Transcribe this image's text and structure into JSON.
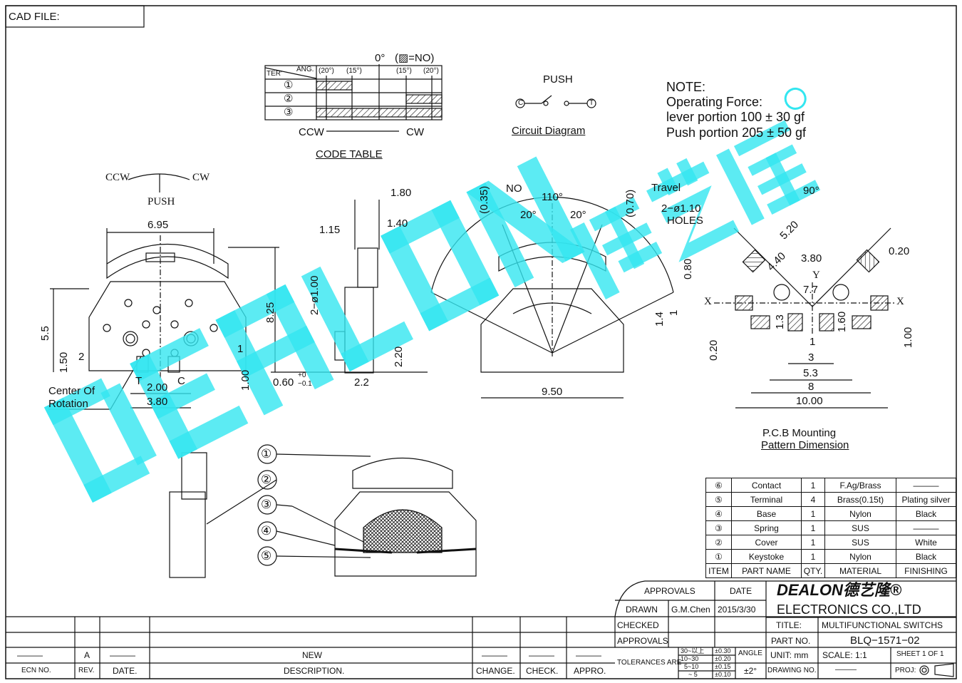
{
  "header": {
    "cad_file": "CAD  FILE:"
  },
  "code_table": {
    "zero": "0°",
    "legend": "(▨=NO)",
    "ter": "TER'",
    "ang": "ANG.",
    "angles": [
      "(20°)",
      "(15°)",
      "(15°)",
      "(20°)"
    ],
    "rows": [
      "①",
      "②",
      "③"
    ],
    "ccw": "CCW",
    "cw": "CW",
    "caption": "CODE  TABLE"
  },
  "circuit": {
    "push": "PUSH",
    "caption": "Circuit  Diagram",
    "c": "C",
    "t": "T"
  },
  "note": {
    "title": "NOTE:",
    "line1": "Operating  Force:",
    "line2": "lever  portion  100  ±  30  gf",
    "line3": "Push  portion  205  ±  50  gf"
  },
  "rotation": {
    "ccw": "CCW",
    "cw": "CW",
    "push": "PUSH"
  },
  "dims": {
    "d695": "6.95",
    "d55": "5.5",
    "d825": "8.25",
    "d150": "1.50",
    "d2": "2",
    "d1": "1",
    "d200": "2.00",
    "d380": "3.80",
    "T": "T",
    "C": "C",
    "center1": "Center  Of",
    "center2": "Rotation",
    "d100a": "1.00",
    "d180": "1.80",
    "d115": "1.15",
    "d140": "1.40",
    "d2phi100": "2−ø1.00",
    "d220": "2.20",
    "d060": "0.60",
    "d060tol_up": "+0",
    "d060tol_dn": "−0.1",
    "d22": "2.2",
    "d035": "(0.35)",
    "no": "NO",
    "d110": "110°",
    "d20a": "20°",
    "d20b": "20°",
    "d070": "(0.70)",
    "travel": "Travel",
    "holes1": "2−ø1.10",
    "holes2": "HOLES",
    "d950": "9.50",
    "d90": "90°",
    "d520": "5.20",
    "d440": "4.40",
    "d020a": "0.20",
    "d380b": "3.80",
    "d080": "0.80",
    "Y": "Y",
    "d77": "7.7",
    "X1": "X",
    "X2": "X",
    "d14": "1.4",
    "d1b": "1",
    "d13": "1.3",
    "d160": "1.60",
    "d1c": "1",
    "d3": "3",
    "d53": "5.3",
    "d8": "8",
    "d1000": "10.00",
    "d020b": "0.20",
    "d100b": "1.00",
    "pcb1": "P.C.B  Mounting",
    "pcb2": "Pattern  Dimension"
  },
  "balloons": [
    "①",
    "②",
    "③",
    "④",
    "⑤"
  ],
  "watermark": {
    "brand": "DEALON",
    "cn": "德艺隆",
    "reg": "®"
  },
  "parts": {
    "rows": [
      {
        "item": "⑥",
        "name": "Contact",
        "qty": "1",
        "material": "F.Ag/Brass",
        "finishing": "———"
      },
      {
        "item": "⑤",
        "name": "Terminal",
        "qty": "4",
        "material": "Brass(0.15t)",
        "finishing": "Plating  silver"
      },
      {
        "item": "④",
        "name": "Base",
        "qty": "1",
        "material": "Nylon",
        "finishing": "Black"
      },
      {
        "item": "③",
        "name": "Spring",
        "qty": "1",
        "material": "SUS",
        "finishing": "———"
      },
      {
        "item": "②",
        "name": "Cover",
        "qty": "1",
        "material": "SUS",
        "finishing": "White"
      },
      {
        "item": "①",
        "name": "Keystoke",
        "qty": "1",
        "material": "Nylon",
        "finishing": "Black"
      }
    ],
    "headers": {
      "item": "ITEM",
      "name": "PART  NAME",
      "qty": "QTY.",
      "material": "MATERIAL",
      "finishing": "FINISHING"
    }
  },
  "title_block": {
    "approvals": "APPROVALS",
    "date": "DATE",
    "drawn": "DRAWN",
    "drawn_by": "G.M.Chen",
    "drawn_date": "2015/3/30",
    "checked": "CHECKED",
    "approvals2": "APPROVALS",
    "logo": "DEALON德艺隆®",
    "company": "ELECTRONICS  CO.,LTD",
    "title_label": "TITLE:",
    "title": "MULTIFUNCTIONAL  SWITCHS",
    "part_no_label": "PART  NO.",
    "part_no": "BLQ−1571−02",
    "tolerances": "TOLERANCES  ARE",
    "tol_ranges": [
      "30~以上",
      "10~30",
      "5~10",
      "~ 5"
    ],
    "tol_values": [
      "±0.30",
      "±0.20",
      "±0.15",
      "±0.10"
    ],
    "angle": "ANGLE",
    "angle_tol": "±2°",
    "unit": "UNIT:  mm",
    "scale": "SCALE:   1:1",
    "sheet": "SHEET   1  OF  1",
    "drawing_no": "DRAWING  NO.",
    "drawing_no_value": "———",
    "proj": "PROJ:"
  },
  "revision": {
    "row": {
      "ecn": "———",
      "rev": "A",
      "date": "———",
      "desc": "NEW",
      "change": "———",
      "check": "———",
      "appro": "———"
    },
    "headers": {
      "ecn": "ECN  NO.",
      "rev": "REV.",
      "date": "DATE.",
      "desc": "DESCRIPTION.",
      "change": "CHANGE.",
      "check": "CHECK.",
      "appro": "APPRO."
    }
  }
}
